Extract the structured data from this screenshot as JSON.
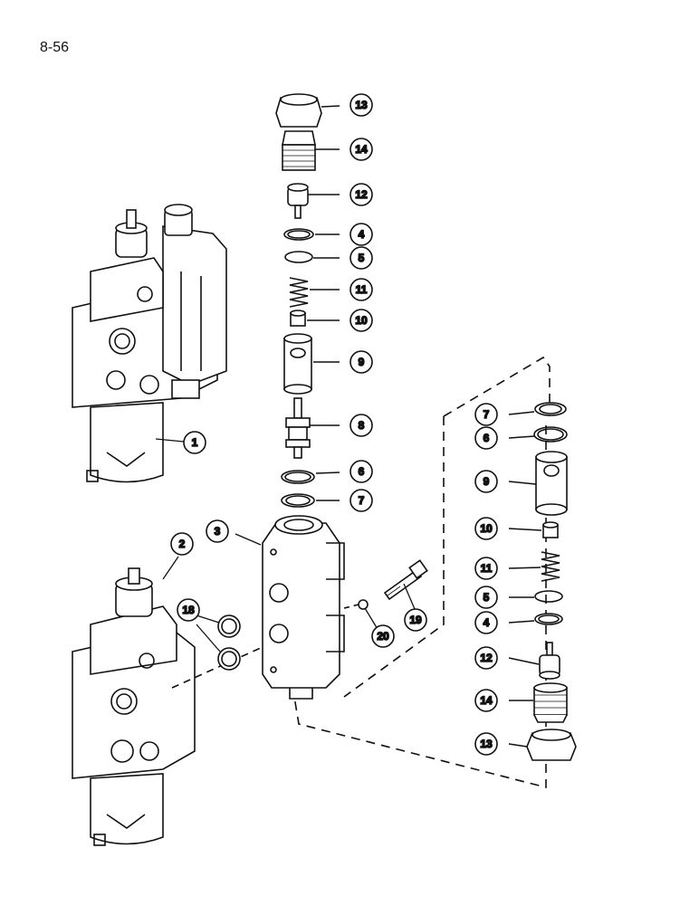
{
  "page": {
    "number": "8-56"
  },
  "callouts": [
    {
      "id": "c13a",
      "text": "13"
    },
    {
      "id": "c14a",
      "text": "14"
    },
    {
      "id": "c12a",
      "text": "12"
    },
    {
      "id": "c4a",
      "text": "4"
    },
    {
      "id": "c5a",
      "text": "5"
    },
    {
      "id": "c11a",
      "text": "11"
    },
    {
      "id": "c10a",
      "text": "10"
    },
    {
      "id": "c9a",
      "text": "9"
    },
    {
      "id": "c8",
      "text": "8"
    },
    {
      "id": "c6a",
      "text": "6"
    },
    {
      "id": "c7a",
      "text": "7"
    },
    {
      "id": "c1",
      "text": "1"
    },
    {
      "id": "c2",
      "text": "2"
    },
    {
      "id": "c3",
      "text": "3"
    },
    {
      "id": "c18",
      "text": "18"
    },
    {
      "id": "c20",
      "text": "20"
    },
    {
      "id": "c19",
      "text": "19"
    },
    {
      "id": "c7b",
      "text": "7"
    },
    {
      "id": "c6b",
      "text": "6"
    },
    {
      "id": "c9b",
      "text": "9"
    },
    {
      "id": "c10b",
      "text": "10"
    },
    {
      "id": "c11b",
      "text": "11"
    },
    {
      "id": "c5b",
      "text": "5"
    },
    {
      "id": "c4b",
      "text": "4"
    },
    {
      "id": "c12b",
      "text": "12"
    },
    {
      "id": "c14b",
      "text": "14"
    },
    {
      "id": "c13b",
      "text": "13"
    }
  ]
}
